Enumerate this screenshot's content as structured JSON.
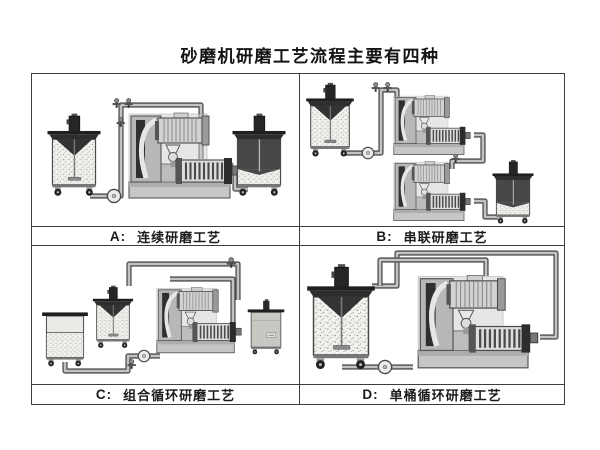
{
  "title": "砂磨机研磨工艺流程主要有四种",
  "panels": [
    {
      "key": "A",
      "letter": "A:",
      "caption": "连续研磨工艺"
    },
    {
      "key": "B",
      "letter": "B:",
      "caption": "串联研磨工艺"
    },
    {
      "key": "C",
      "letter": "C:",
      "caption": "组合循环研磨工艺"
    },
    {
      "key": "D",
      "letter": "D:",
      "caption": "单桶循环研磨工艺"
    }
  ],
  "colors": {
    "border": "#3d3d3d",
    "pipe_outline": "#4d4d4d",
    "pipe_fill": "#c3c3c3",
    "machine_dark": "#2a2a2a",
    "machine_mid": "#b2b2b2",
    "machine_light": "#d8d8d8",
    "background": "#ffffff"
  }
}
